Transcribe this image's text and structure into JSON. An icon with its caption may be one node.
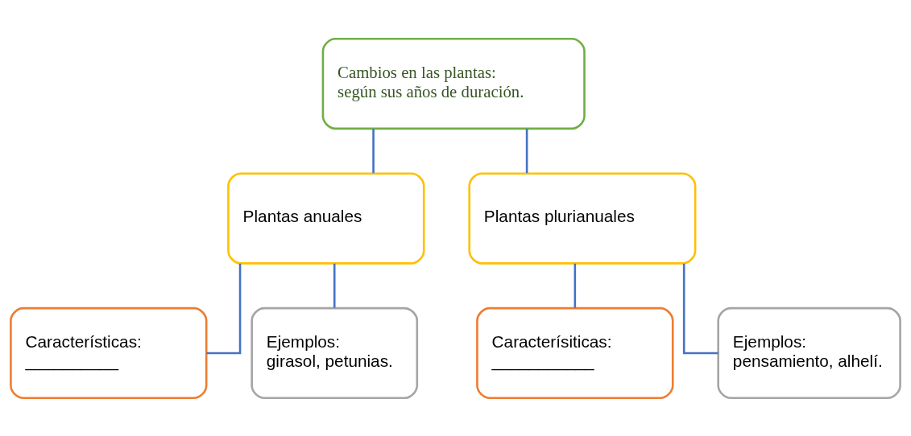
{
  "diagram": {
    "nodes": [
      {
        "text": [
          "Cambios en las plantas:",
          "según sus años de duración."
        ]
      },
      {
        "text": [
          "Plantas anuales"
        ]
      },
      {
        "text": [
          "Plantas plurianuales"
        ]
      },
      {
        "text": [
          "Características:",
          "__________"
        ]
      },
      {
        "text": [
          "Ejemplos:",
          "girasol, petunias."
        ]
      },
      {
        "text": [
          "Caracterísiticas:",
          "___________"
        ]
      },
      {
        "text": [
          "Ejemplos:",
          "pensamiento, alhelí."
        ]
      }
    ],
    "edges": [
      {
        "from": 0,
        "to": 1,
        "arrow": "none"
      },
      {
        "from": 0,
        "to": 2,
        "arrow": "none"
      },
      {
        "from": 1,
        "to": 3,
        "arrow": "none"
      },
      {
        "from": 1,
        "to": 4,
        "arrow": "none"
      },
      {
        "from": 2,
        "to": 5,
        "arrow": "none"
      },
      {
        "from": 2,
        "to": 6,
        "arrow": "none"
      }
    ]
  }
}
